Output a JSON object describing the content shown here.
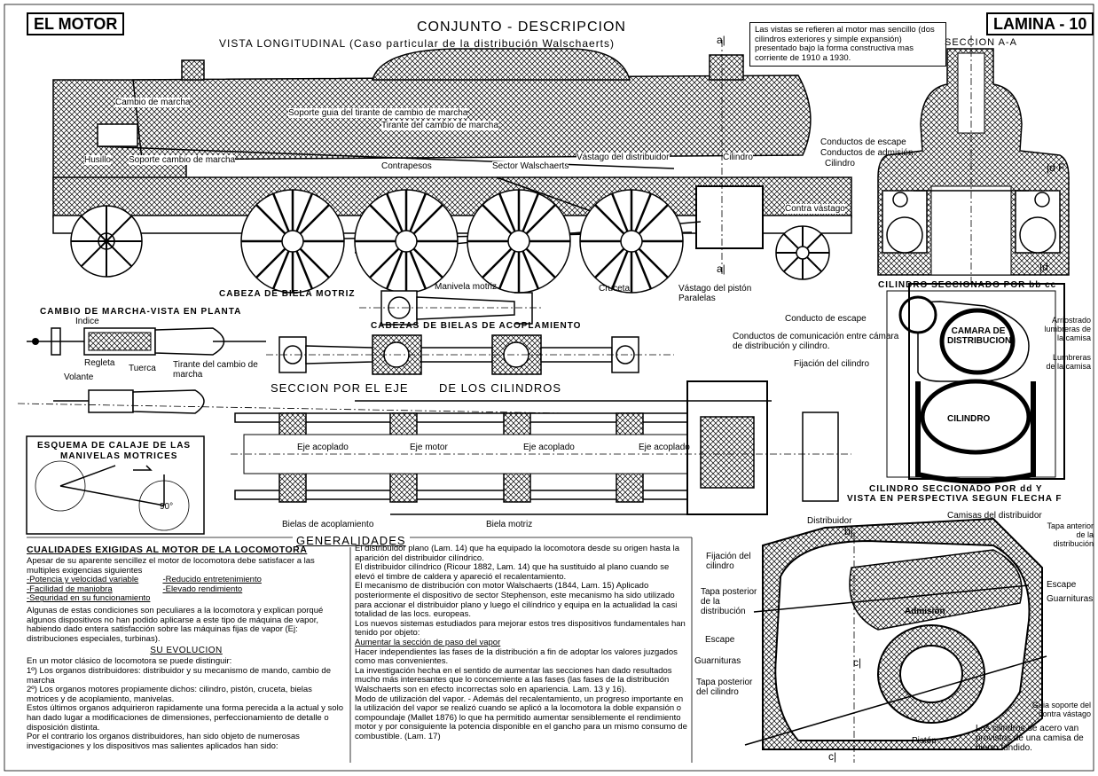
{
  "header": {
    "left_title": "EL MOTOR",
    "center_title": "CONJUNTO - DESCRIPCION",
    "right_title": "LAMINA - 10",
    "subtitle": "VISTA LONGITUDINAL (Caso particular de la distribución Walschaerts)",
    "note": "Las vistas se refieren al motor mas sencillo (dos cilindros exteriores y simple expansión) presentado bajo la forma constructiva mas corriente de 1910 a 1930."
  },
  "longitudinal_labels": {
    "cambio_de_marcha": "Cambio de marcha",
    "soporte_guia": "Soporte guia del tirante de cambio de marcha",
    "tirante": "Tirante del cambio de marcha",
    "husillo": "Husillo",
    "soporte_cambio": "Soporte cambio de marcha",
    "contrapesos": "Contrapesos",
    "sector": "Sector Walschaerts",
    "vastago_dist": "Vástago del distribuidor",
    "cilindro": "Cilindro",
    "contra_vastago": "Contra vástago",
    "manivela": "Manivela motriz",
    "cruceta": "Cruceta",
    "vastago_piston": "Vástago del pistón",
    "paralelas": "Paralelas",
    "aj_top": "a|",
    "aj_bottom": "a|"
  },
  "seccion_aa": {
    "title": "SECCION A-A",
    "conductos_escape": "Conductos de escape",
    "conductos_admision": "Conductos de admisión",
    "cilindro": "Cilindro",
    "dF": "|d F",
    "d": "|d"
  },
  "cabeza_biela": "CABEZA DE BIELA MOTRIZ",
  "cabezas_acoplamiento": "CABEZAS DE BIELAS DE ACOPLAMIENTO",
  "cambio_planta": {
    "title": "CAMBIO DE MARCHA-VISTA EN PLANTA",
    "indice": "Indice",
    "regleta": "Regleta",
    "tuerca": "Tuerca",
    "volante": "Volante",
    "tirante": "Tirante del cambio de marcha"
  },
  "cilindro_seccionado": {
    "title": "CILINDRO SECCIONADO POR bb cc",
    "conducto_escape": "Conducto de escape",
    "conductos_com": "Conductos de comunicación entre cámara de distribución y cilindro.",
    "fijacion": "Fijación del cilindro",
    "camara": "CAMARA DE DISTRIBUCION",
    "cilindro": "CILINDRO",
    "arriostrado": "Arriostrado lumbreras de la camisa",
    "lumbreras": "Lumbreras de la camisa"
  },
  "seccion_eje": {
    "title_left": "SECCION POR EL EJE",
    "title_right": "DE LOS CILINDROS",
    "eje1": "Eje acoplado",
    "eje2": "Eje motor",
    "eje3": "Eje acoplado",
    "eje4": "Eje acoplado",
    "bielas_acoplamiento": "Bielas de acoplamiento",
    "biela_motriz": "Biela motriz"
  },
  "esquema": {
    "title1": "ESQUEMA DE CALAJE DE LAS",
    "title2": "MANIVELAS MOTRICES",
    "angle": "90°"
  },
  "perspectiva": {
    "title1": "CILINDRO SECCIONADO POR dd Y",
    "title2": "VISTA EN PERSPECTIVA SEGUN FLECHA F",
    "distribuidor": "Distribuidor",
    "camisas": "Camisas del distribuidor",
    "tapa_anterior": "Tapa anterior de la distribución",
    "fijacion": "Fijación del cilindro",
    "tapa_posterior_dist": "Tapa posterior de la distribución",
    "admision": "Admisión",
    "escape1": "Escape",
    "escape2": "Escape",
    "guarnituras1": "Guarnituras",
    "guarnituras2": "Guarnituras",
    "tapa_posterior_cil": "Tapa posterior del cilindro",
    "guia": "Guia soporte del contra vástago",
    "piston": "Pistón",
    "cilindros_acero": "Los cilindros de acero van provistos de una camisa de hierro fundido.",
    "b": "b|",
    "c1": "c|",
    "c2": "c|"
  },
  "generalidades": {
    "title": "GENERALIDADES",
    "col1_title": "CUALIDADES EXIGIDAS AL MOTOR DE LA LOCOMOTORA",
    "col1_p1": "Apesar de su aparente sencillez el motor de locomotora debe satisfacer a las multiples exigencias siguientes",
    "req1": "-Potencia y velocidad variable",
    "req2": "-Facilidad de maniobra",
    "req3": "-Seguridad en su funcionamiento",
    "req4": "-Reducido entretenimiento",
    "req5": "-Elevado rendimiento",
    "col1_p2": "Algunas de estas condiciones son peculiares a la locomotora y explican porqué algunos dispositivos no han podido aplicarse a este tipo de máquina de vapor, habiendo dado entera satisfacción sobre las máquinas fijas de vapor (Ej: distribuciones especiales, turbinas).",
    "su_evolucion": "SU EVOLUCION",
    "col1_p3": "En un motor clásico de locomotora se puede distinguir:",
    "col1_p4": "1º) Los organos distribuidores: distribuidor y su mecanismo de mando, cambio de marcha",
    "col1_p5": "2º) Los organos motores propiamente dichos: cilindro, pistón, cruceta, bielas motrices y de acoplamiento, manivelas.",
    "col1_p6": "Estos últimos organos adquirieron rapidamente una forma perecida a la actual y solo han dado lugar a modificaciones de dimensiones, perfeccionamiento de detalle o disposición distinta.",
    "col1_p7": "Por el contrario los organos distribuidores, han sido objeto de numerosas investigaciones y los dispositivos mas salientes aplicados han sido:",
    "col2_p1": "El distribuidor plano (Lam. 14) que ha equipado la locomotora desde su origen hasta la aparición del distribuidor cilíndrico.",
    "col2_p2": "El distribuidor cilíndrico (Ricour 1882, Lam. 14) que ha sustituido al plano cuando se elevó el timbre de caldera y apareció el recalentamiento.",
    "col2_p3": "El mecanismo de distribución con motor Walschaerts (1844, Lam. 15) Aplicado posteriormente el dispositivo de sector Stephenson, este mecanismo ha sido utilizado para accionar el distribuidor plano y luego el cilíndrico y equipa en la actualidad la casi totalidad de las locs. europeas.",
    "col2_p4": "Los nuevos sistemas estudiados para mejorar estos tres dispositivos fundamentales han tenido por objeto:",
    "col2_p5": "Aumentar la sección de paso del vapor",
    "col2_p6": "Hacer independientes las fases de la distribución a fin de adoptar los valores juzgados como mas convenientes.",
    "col2_p7": "La investigación hecha en el sentido de aumentar las secciones han dado resultados mucho más interesantes que lo concerniente a las fases (las fases de la distribución Walschaerts son en efecto incorrectas solo en apariencia. Lam. 13 y 16).",
    "col2_p8": "Modo de utilización del vapor. - Además del recalentamiento, un progreso importante en la utilización del vapor se realizó cuando se aplicó a la locomotora la doble expansión o compoundaje (Mallet 1876) lo que ha permitido aumentar sensiblemente el rendimiento motor y por consiguiente la potencia disponible en el gancho para un mismo consumo de combustible. (Lam. 17)"
  }
}
